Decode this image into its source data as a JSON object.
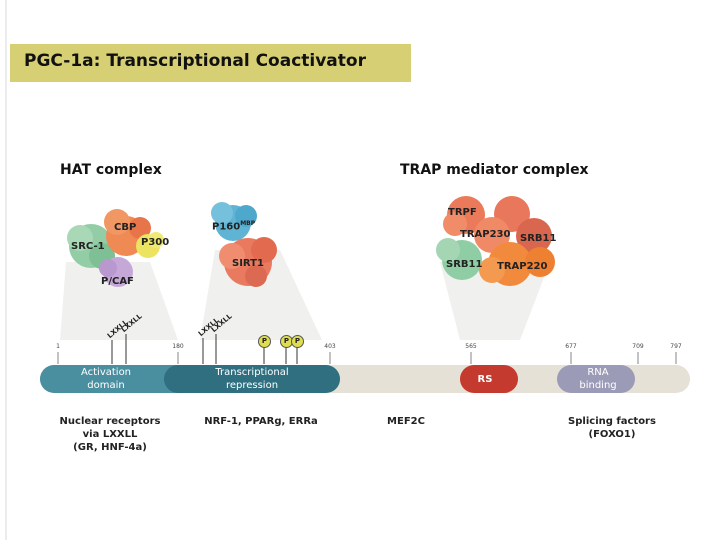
{
  "title": "PGC-1a: Transcriptional Coactivator",
  "complexes": {
    "hat": {
      "label": "HAT complex",
      "members": [
        "CBP",
        "SRC-1",
        "P300",
        "P/CAF"
      ]
    },
    "repression": {
      "members": [
        "P160",
        "MBP",
        "SIRT1"
      ]
    },
    "trap": {
      "label": "TRAP mediator complex",
      "members": [
        "TRPF",
        "TRAP230",
        "SRB11",
        "SRB11",
        "TRAP220"
      ]
    }
  },
  "positions": [
    "1",
    "180",
    "403",
    "565",
    "677",
    "709",
    "797"
  ],
  "motifs": [
    "LXXLL",
    "LXXLL",
    "LXXLL",
    "LXXLL"
  ],
  "phospho_label": "P",
  "domains": {
    "activation": {
      "line1": "Activation",
      "line2": "domain"
    },
    "repression": {
      "line1": "Transcriptional",
      "line2": "repression"
    },
    "rs": "RS",
    "rna": {
      "line1": "RNA",
      "line2": "binding"
    }
  },
  "partners": {
    "nuclear": {
      "line1": "Nuclear receptors",
      "line2": "via LXXLL",
      "line3": "(GR, HNF-4a)"
    },
    "nrf": "NRF-1, PPARg, ERRa",
    "mef": "MEF2C",
    "splicing": {
      "line1": "Splicing factors",
      "line2": "(FOXO1)"
    }
  },
  "colors": {
    "title_band": "#d6cf74",
    "activation": "#4a8fa0",
    "repression": "#2f6f80",
    "backbone": "#e6e1d6",
    "rs": "#c53a2f",
    "rna": "#9c9bb7"
  }
}
